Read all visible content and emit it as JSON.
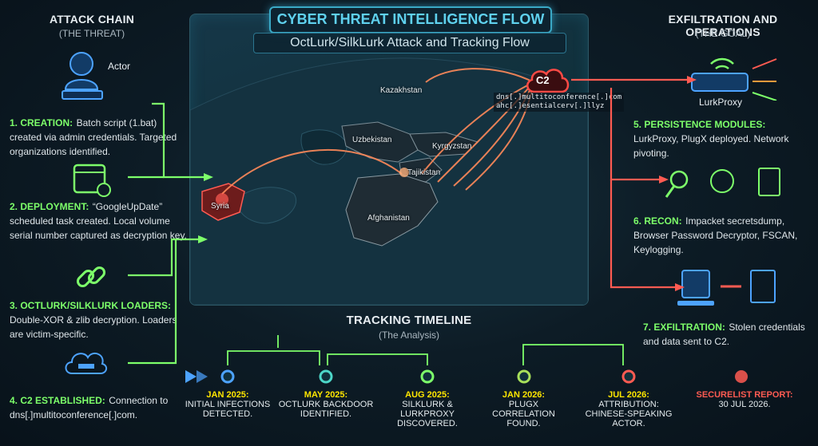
{
  "header": {
    "title": "CYBER THREAT INTELLIGENCE FLOW",
    "subtitle": "OctLurk/SilkLurk Attack and Tracking Flow"
  },
  "left": {
    "title": "ATTACK CHAIN",
    "subtitle": "(THE THREAT)",
    "actor_label": "Actor",
    "steps": [
      {
        "title": "1. CREATION:",
        "text": "Batch script (1.bat) created via admin credentials. Targeted organizations identified."
      },
      {
        "title": "2. DEPLOYMENT:",
        "text": "“GoogleUpDate” scheduled task created. Local volume serial number captured as decryption key."
      },
      {
        "title": "3. OCTLURK/SILKLURK LOADERS:",
        "text": "Double-XOR & zlib decryption. Loaders are victim-specific."
      },
      {
        "title": "4. C2 ESTABLISHED:",
        "text": "Connection to dns[.]multitoconference[.]com."
      }
    ]
  },
  "right": {
    "title": "EXFILTRATION AND OPERATIONS",
    "subtitle": "(THE GOAL)",
    "proxy_label": "LurkProxy",
    "steps": [
      {
        "title": "5. PERSISTENCE MODULES:",
        "text": "LurkProxy, PlugX deployed. Network pivoting."
      },
      {
        "title": "6. RECON:",
        "text": "Impacket secretsdump, Browser Password Decryptor, FSCAN, Keylogging."
      },
      {
        "title": "7. EXFILTRATION:",
        "text": "Stolen credentials and data sent to C2."
      }
    ]
  },
  "map": {
    "c2_label": "C2",
    "c2_domain_1": "dns[.]multitoconference[.]com",
    "c2_domain_2": "ahc[.]esentialcerv[.]llyz",
    "countries": [
      "Kazakhstan",
      "Uzbekistan",
      "Kyrgyzstan",
      "Tajikistan",
      "Afghanistan",
      "Syria"
    ]
  },
  "timeline": {
    "title": "TRACKING TIMELINE",
    "subtitle": "(The Analysis)",
    "events": [
      {
        "date": "JAN 2025:",
        "text": "INITIAL INFECTIONS DETECTED."
      },
      {
        "date": "MAY 2025:",
        "text": "OCTLURK BACKDOOR IDENTIFIED."
      },
      {
        "date": "AUG 2025:",
        "text": "SILKLURK & LURKPROXY DISCOVERED."
      },
      {
        "date": "JAN 2026:",
        "text": "PLUGX CORRELATION FOUND."
      },
      {
        "date": "JUL 2026:",
        "text": "ATTRIBUTION: CHINESE-SPEAKING ACTOR."
      },
      {
        "date": "SECURELIST REPORT:",
        "text": "30 JUL 2026."
      }
    ]
  },
  "colors": {
    "accent_green": "#7dff6a",
    "accent_red": "#ff5b52",
    "accent_cyan": "#5fd1ee",
    "timeline_yellow": "#ffe600"
  }
}
